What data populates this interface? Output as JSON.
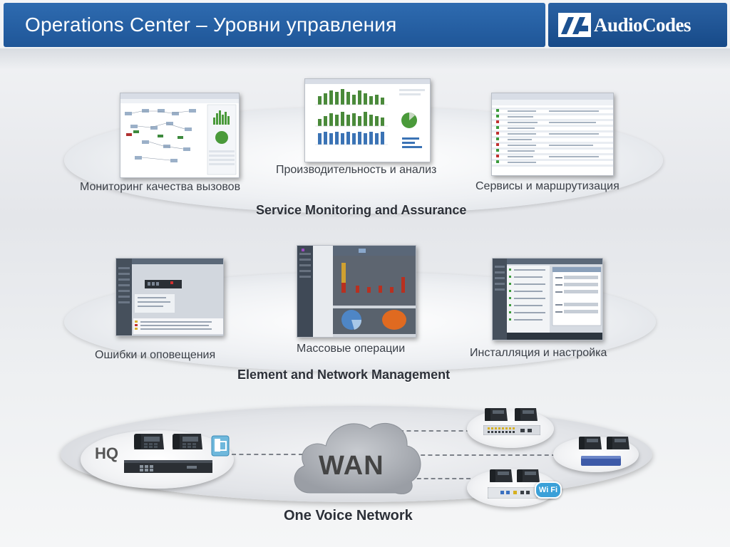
{
  "header": {
    "title": "Operations Center – Уровни управления"
  },
  "logo": {
    "text": "AudioCodes"
  },
  "service_monitoring": {
    "section_title": "Service Monitoring and Assurance",
    "captions": {
      "call_quality": "Мониторинг качества вызовов",
      "performance": "Производительность и анализ",
      "services_routing": "Сервисы и маршрутизация"
    }
  },
  "element_management": {
    "section_title": "Element and Network Management",
    "captions": {
      "faults": "Ошибки и оповещения",
      "bulk": "Массовые операции",
      "install": "Инсталляция и настройка"
    }
  },
  "network": {
    "section_title": "One Voice Network",
    "wan_label": "WAN",
    "hq_label": "HQ",
    "wifi_label": "Wi Fi"
  },
  "colors": {
    "header_blue": "#2462a6",
    "logo_blue": "#1c5190",
    "green_bar": "#4a8a3a",
    "blue_bar": "#3b73b5"
  }
}
